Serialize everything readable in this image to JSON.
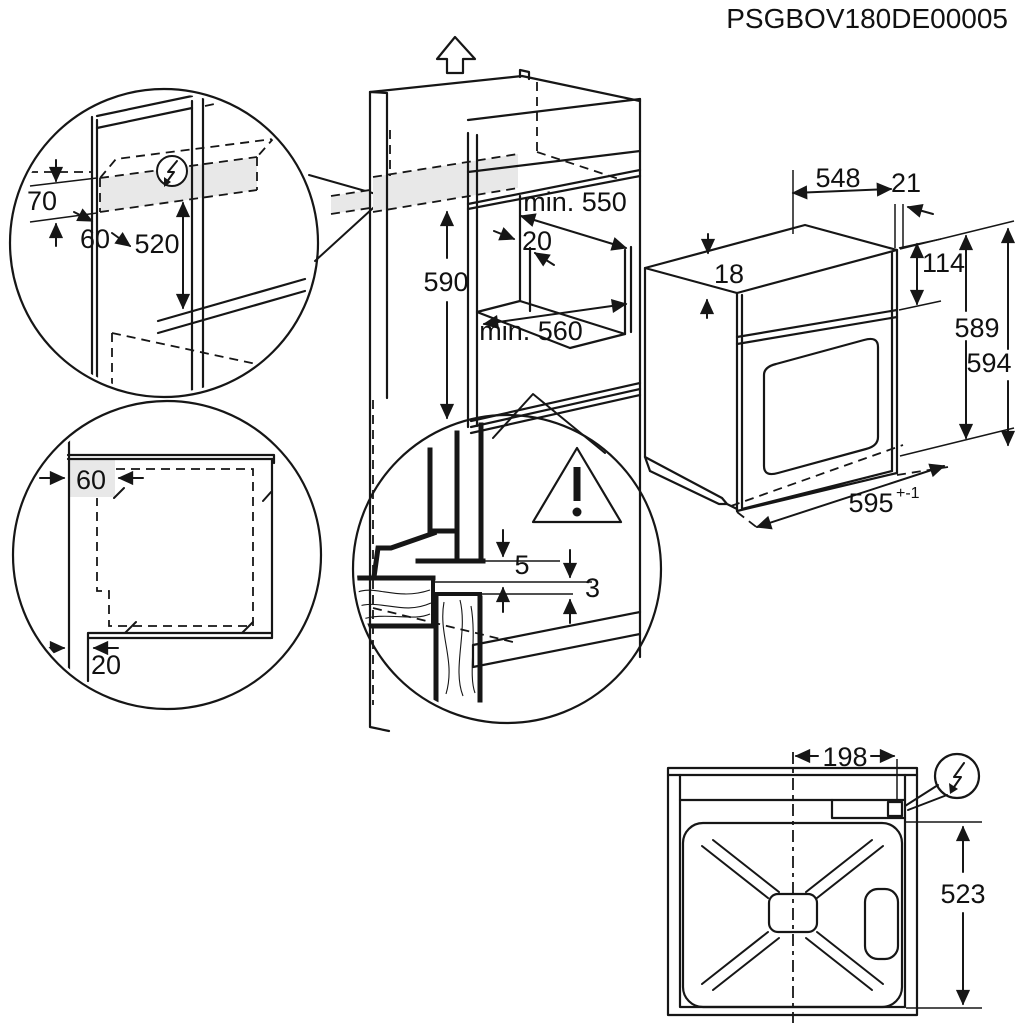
{
  "header": {
    "product_code": "PSGBOV180DE00005"
  },
  "colors": {
    "line": "#161616",
    "shade": "#e8e8e8",
    "background": "#ffffff"
  },
  "detail_electrical": {
    "description": "electrical-connection-space-detail",
    "dim_space_height": "70",
    "dim_space_offset": "60",
    "dim_height_from_shelf": "520"
  },
  "cabinet": {
    "description": "tall-cabinet-niche-isometric",
    "dim_width_min": "min. 550",
    "dim_back_gap": "20",
    "dim_niche_height": "590",
    "dim_depth_min": "min. 560"
  },
  "oven": {
    "description": "oven-isometric",
    "dim_body_width": "548",
    "dim_door_offset": "21",
    "dim_top_inset": "18",
    "dim_panel_height": "114",
    "dim_body_height": "589",
    "dim_total_height": "594",
    "dim_front_width": "595",
    "dim_front_width_tolerance": "+-1"
  },
  "detail_plan": {
    "description": "plan-view-clearance-detail",
    "dim_side_clearance": "60",
    "dim_bottom_gap": "20"
  },
  "detail_gap": {
    "description": "shelf-gap-cross-section-detail",
    "dim_upper_gap": "5",
    "dim_lower_gap": "3"
  },
  "rear_view": {
    "description": "rear-panel-view",
    "dim_connection_offset": "198",
    "dim_connection_height": "523"
  }
}
